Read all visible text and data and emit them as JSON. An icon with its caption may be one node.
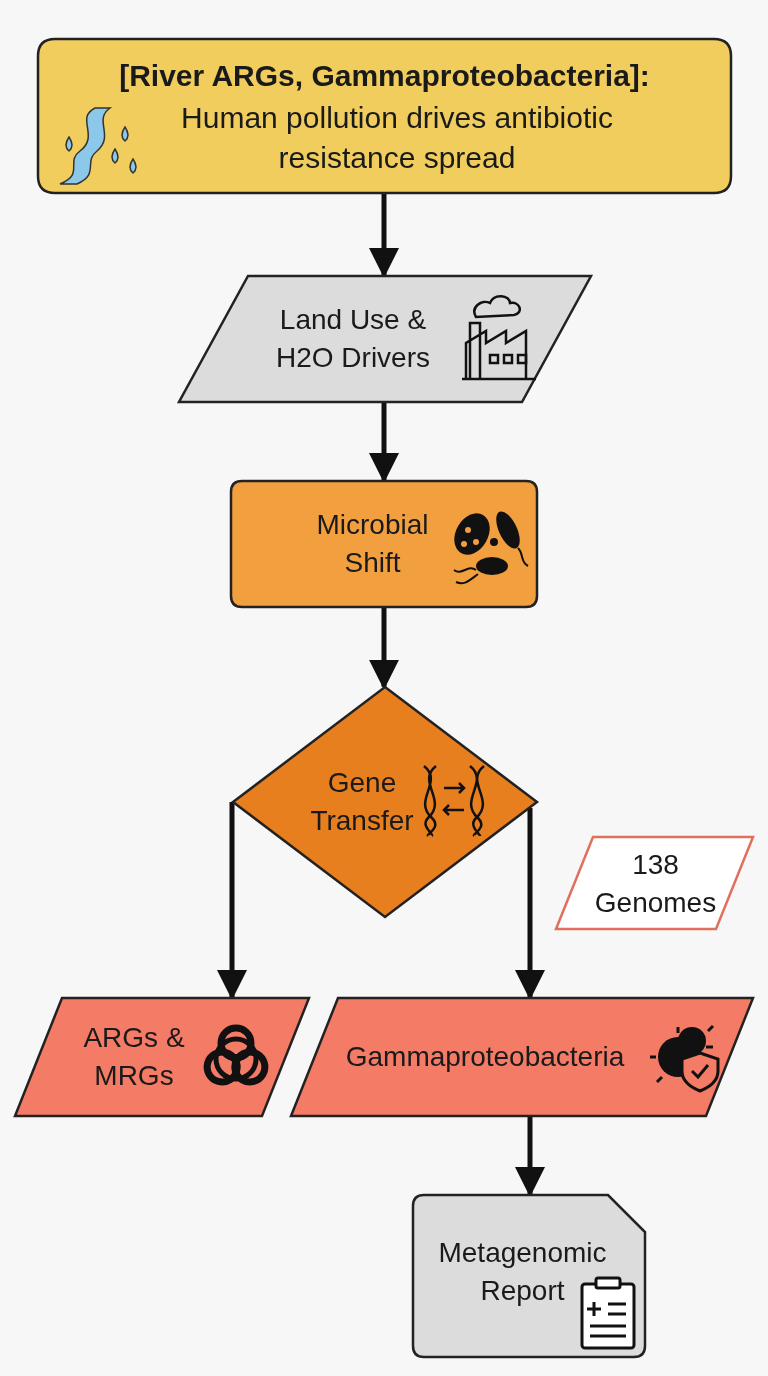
{
  "diagram": {
    "nodes": [
      {
        "text": [
          "[River ARGs, Gammaproteobacteria]:",
          "Human pollution drives antibiotic resistance spread"
        ]
      },
      {
        "text": [
          "Land Use & H2O Drivers"
        ]
      },
      {
        "text": [
          "Microbial Shift"
        ]
      },
      {
        "text": [
          "Gene Transfer"
        ]
      },
      {
        "text": [
          "138 Genomes"
        ]
      },
      {
        "text": [
          "ARGs & MRGs"
        ]
      },
      {
        "text": [
          "Gammaproteobacteria"
        ]
      },
      {
        "text": [
          "Metagenomic Report"
        ]
      }
    ],
    "edges": [
      {
        "from": 0,
        "to": 1,
        "arrow": "to"
      },
      {
        "from": 1,
        "to": 2,
        "arrow": "to"
      },
      {
        "from": 2,
        "to": 3,
        "arrow": "to"
      },
      {
        "from": 3,
        "to": 5,
        "arrow": "to"
      },
      {
        "from": 3,
        "to": 6,
        "arrow": "to"
      },
      {
        "from": 6,
        "to": 7,
        "arrow": "to"
      }
    ]
  }
}
